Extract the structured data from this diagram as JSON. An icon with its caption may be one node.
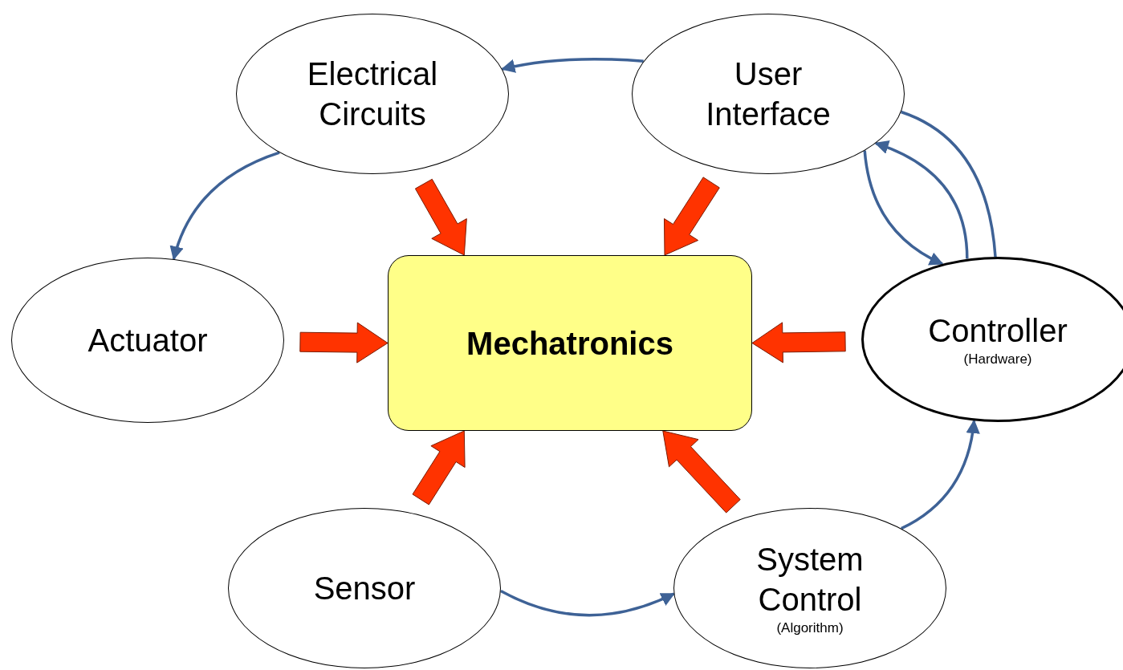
{
  "diagram": {
    "nodes": [
      {
        "text": [
          "Electrical Circuits"
        ]
      },
      {
        "text": [
          "User Interface"
        ]
      },
      {
        "text": [
          "Actuator"
        ]
      },
      {
        "text": [
          "Mechatronics"
        ]
      },
      {
        "text": [
          "Controller",
          "(Hardware)"
        ]
      },
      {
        "text": [
          "Sensor"
        ]
      },
      {
        "text": [
          "System Control",
          "(Algorithm)"
        ]
      }
    ],
    "edges": [
      {
        "from": 1,
        "to": 0,
        "arrow": "to"
      },
      {
        "from": 0,
        "to": 2,
        "arrow": "to"
      },
      {
        "from": 1,
        "to": 4,
        "arrow": "to"
      },
      {
        "from": 4,
        "to": 1,
        "arrow": "to"
      },
      {
        "from": 4,
        "to": 1,
        "arrow": "none"
      },
      {
        "from": 5,
        "to": 6,
        "arrow": "to"
      },
      {
        "from": 6,
        "to": 4,
        "arrow": "to"
      },
      {
        "from": 0,
        "to": 3,
        "arrow": "to",
        "style": "thick",
        "color": "#ff3300"
      },
      {
        "from": 1,
        "to": 3,
        "arrow": "to",
        "style": "thick",
        "color": "#ff3300"
      },
      {
        "from": 2,
        "to": 3,
        "arrow": "to",
        "style": "thick",
        "color": "#ff3300"
      },
      {
        "from": 4,
        "to": 3,
        "arrow": "to",
        "style": "thick",
        "color": "#ff3300"
      },
      {
        "from": 5,
        "to": 3,
        "arrow": "to",
        "style": "thick",
        "color": "#ff3300"
      },
      {
        "from": 6,
        "to": 3,
        "arrow": "to",
        "style": "thick",
        "color": "#ff3300"
      }
    ]
  }
}
